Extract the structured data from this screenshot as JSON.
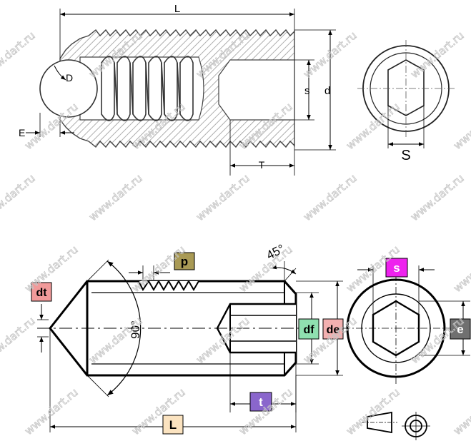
{
  "watermark": {
    "text": "www.dart.ru",
    "color": "#c4c4c4"
  },
  "top_drawing": {
    "labels": {
      "L": "L",
      "D": "D",
      "E": "E",
      "s": "s",
      "d": "d",
      "T": "T",
      "S": "S"
    }
  },
  "bottom_drawing": {
    "labels": {
      "dt": "dt",
      "p": "p",
      "angle45": "45°",
      "angle90": "90°",
      "df": "df",
      "de": "de",
      "t": "t",
      "L": "L",
      "s": "s",
      "e": "e"
    },
    "label_colors": {
      "dt": "#f19a9a",
      "p": "#a99a55",
      "df": "#8fe0b0",
      "de": "#f3b0b0",
      "t": "#8a66cc",
      "L": "#fbe3c0",
      "s": "#ee22ee",
      "e": "#707070"
    }
  }
}
